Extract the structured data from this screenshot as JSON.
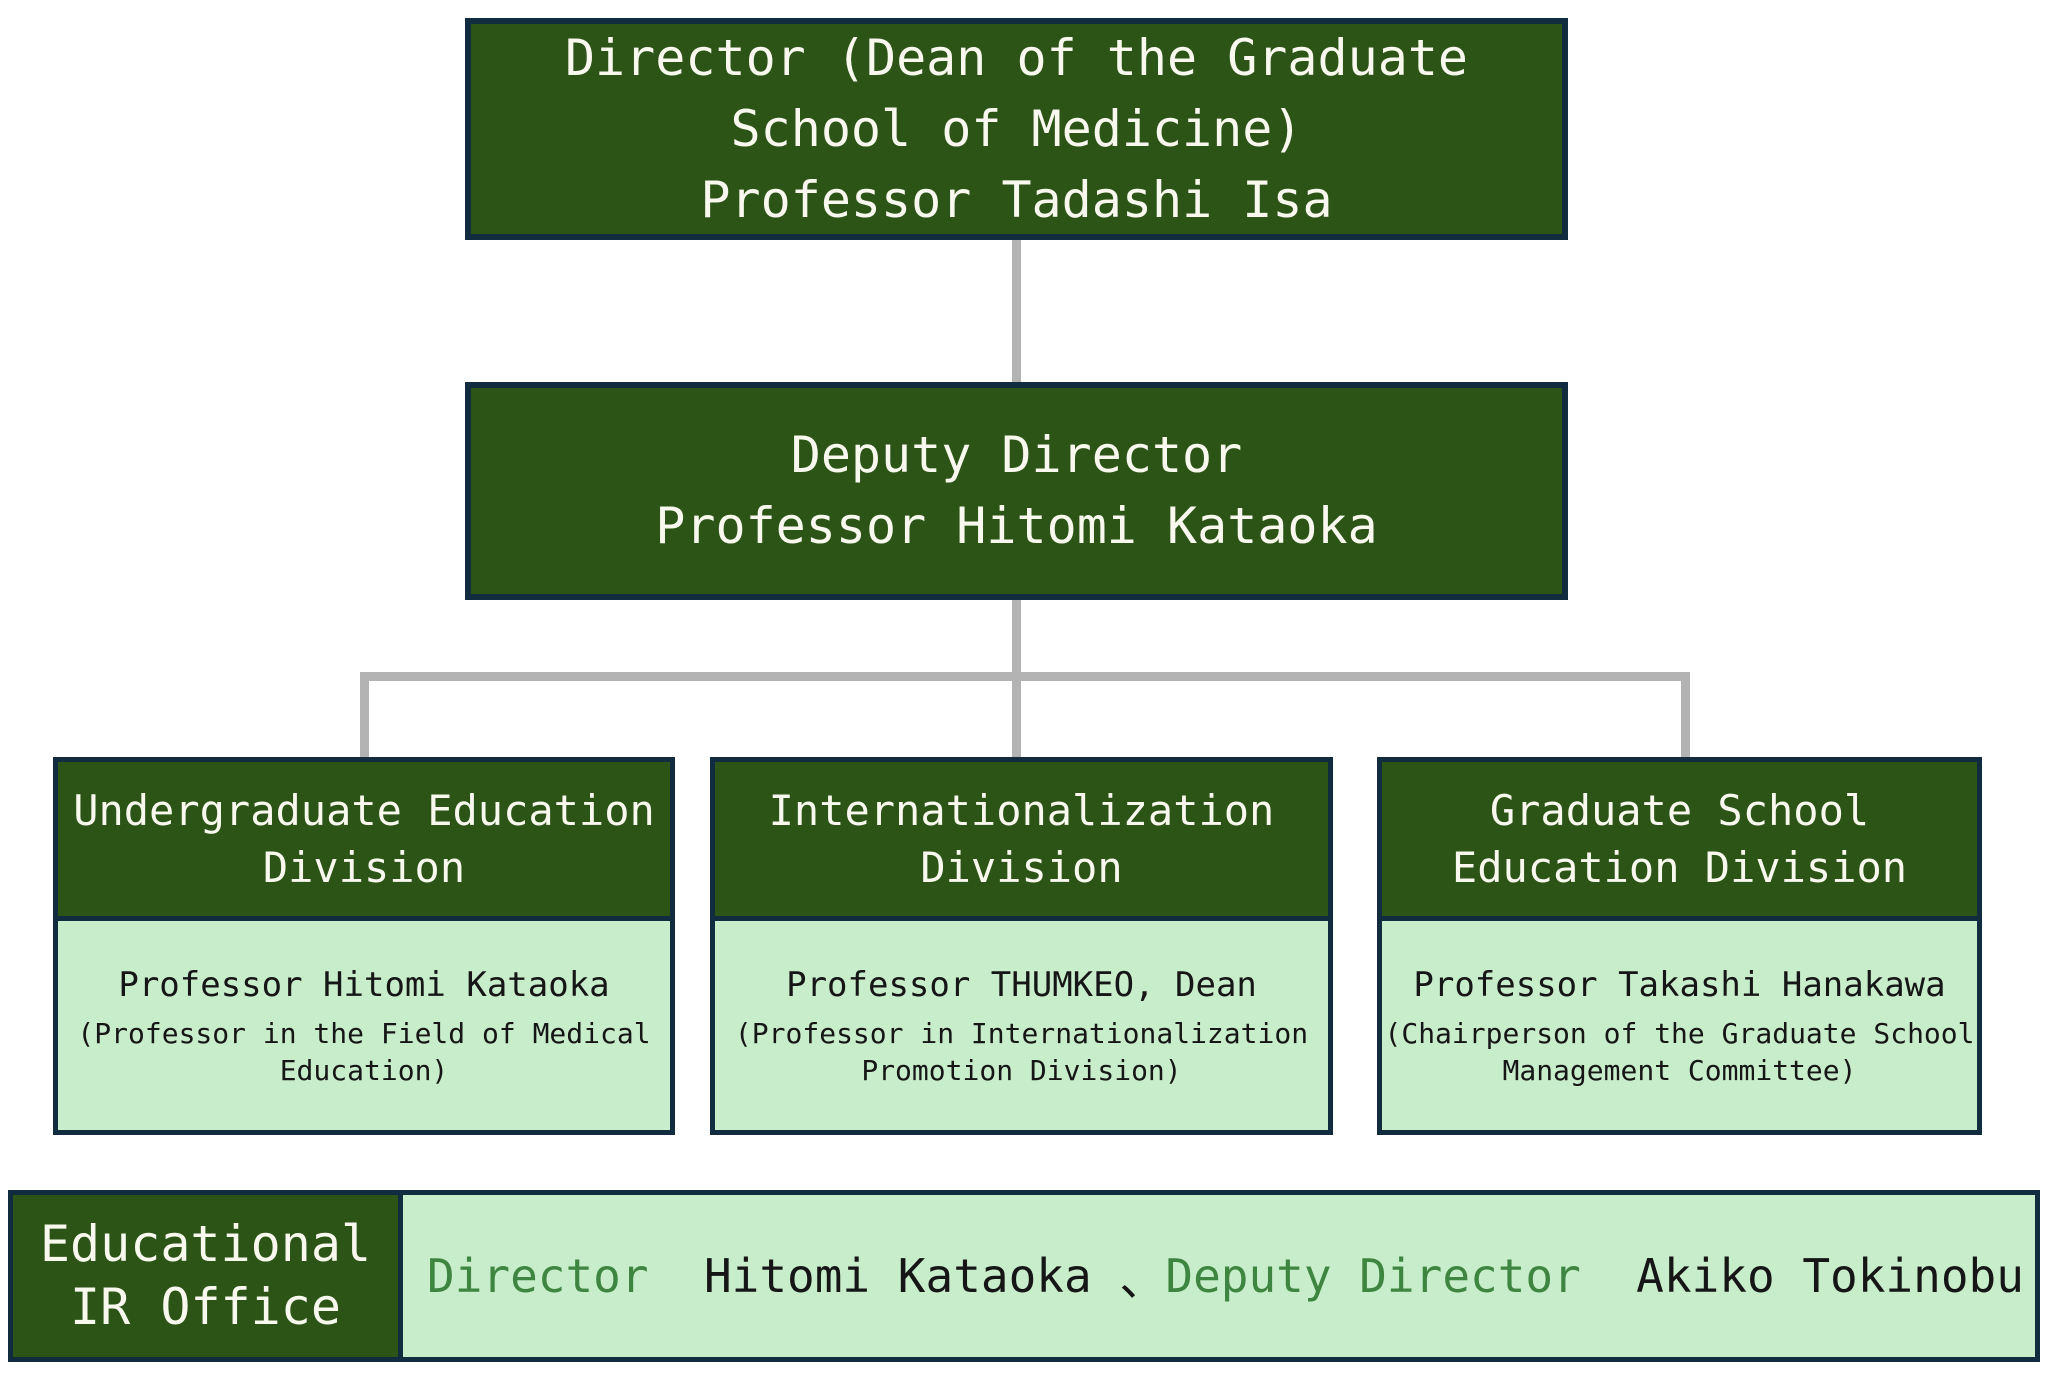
{
  "palette": {
    "box_green": "#2b5416",
    "body_green": "#c8edca",
    "border_navy": "#102c3e",
    "connector_gray": "#b3b3b3",
    "accent_green": "#3e8541",
    "box_text": "#f8f8ee",
    "body_text": "#161616",
    "background": "#ffffff"
  },
  "org": {
    "director": {
      "lines": [
        "Director (Dean of the Graduate",
        "School of Medicine)",
        "Professor Tadashi Isa"
      ]
    },
    "deputy": {
      "lines": [
        "Deputy Director",
        "Professor Hitomi Kataoka"
      ]
    },
    "divisions": [
      {
        "title_lines": [
          "Undergraduate Education",
          "Division"
        ],
        "name": "Professor Hitomi Kataoka",
        "detail_lines": [
          "(Professor in the Field of Medical",
          "Education)"
        ]
      },
      {
        "title_lines": [
          "Internationalization",
          "Division"
        ],
        "name": "Professor THUMKEO, Dean",
        "detail_lines": [
          "(Professor in Internationalization",
          "Promotion Division)"
        ]
      },
      {
        "title_lines": [
          "Graduate School",
          "Education Division"
        ],
        "name": "Professor Takashi Hanakawa",
        "detail_lines": [
          "(Chairperson of the Graduate School",
          "Management Committee)"
        ]
      }
    ],
    "ir_office": {
      "label_lines": [
        "Educational",
        "IR Office"
      ],
      "segments": [
        {
          "text": "Director",
          "style": "green"
        },
        {
          "text": "  Hitomi Kataoka ",
          "style": "black"
        },
        {
          "text": "、",
          "style": "comma"
        },
        {
          "text": "Deputy Director",
          "style": "green"
        },
        {
          "text": "  Akiko Tokinobu",
          "style": "black"
        }
      ]
    }
  }
}
